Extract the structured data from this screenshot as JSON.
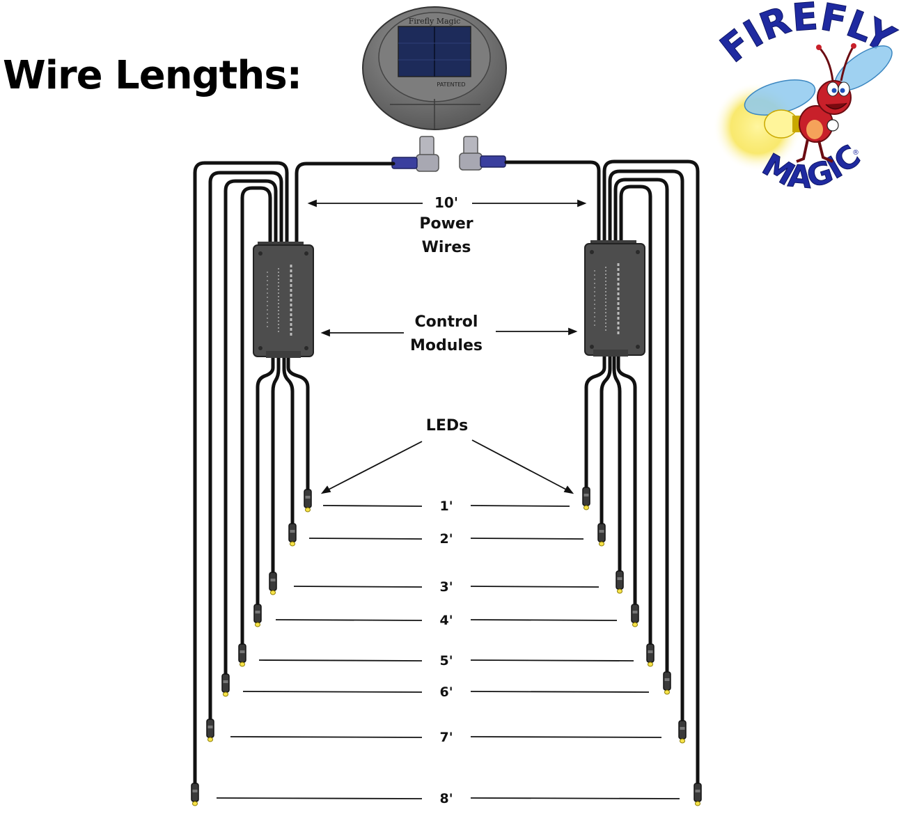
{
  "title": "Wire Lengths:",
  "solar_unit": {
    "brand_text": "Firefly Magic",
    "stamp_text": "PATENTED"
  },
  "labels": {
    "power_wires": [
      "10'",
      "Power",
      "Wires"
    ],
    "control_modules": [
      "Control",
      "Modules"
    ],
    "leds": "LEDs"
  },
  "led_lengths": [
    "1'",
    "2'",
    "3'",
    "4'",
    "5'",
    "6'",
    "7'",
    "8'"
  ],
  "logo": {
    "top_text": "FIREFLY",
    "bottom_text": "MAGIC",
    "reg_mark": "®"
  },
  "colors": {
    "wire": "#111111",
    "module": "#4d4d4d",
    "connector_blue": "#3a3f9e",
    "logo_blue": "#1f2aa0",
    "logo_glow": "#f7e34a",
    "firefly_red": "#c8202a"
  }
}
